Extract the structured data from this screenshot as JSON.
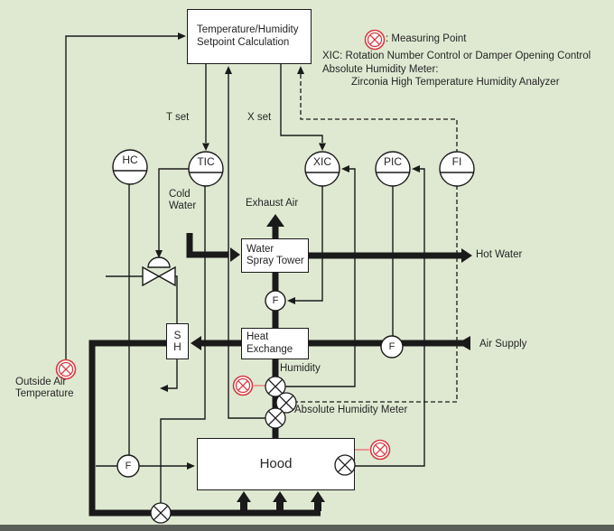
{
  "colors": {
    "background": "#dfe9d2",
    "line": "#1a1a1a",
    "measuring_point_red": "#d9383f",
    "connector_pink": "#e87b7b",
    "box_fill": "#ffffff"
  },
  "boxes": {
    "setpoint": {
      "line1": "Temperature/Humidity",
      "line2": "Setpoint Calculation"
    },
    "spray_tower": {
      "line1": "Water",
      "line2": "Spray Tower"
    },
    "heat_exchange": {
      "line1": "Heat",
      "line2": "Exchange"
    },
    "steam_heater": {
      "line1": "S",
      "line2": "H"
    },
    "hood": {
      "label": "Hood"
    }
  },
  "instruments": {
    "hc": "HC",
    "tic": "TIC",
    "xic": "XIC",
    "pic": "PIC",
    "fi": "FI",
    "fan1": "F",
    "fan2": "F",
    "fan3": "F"
  },
  "labels": {
    "t_set": "T set",
    "x_set": "X set",
    "cold_water_1": "Cold",
    "cold_water_2": "Water",
    "exhaust_air": "Exhaust Air",
    "hot_water": "Hot Water",
    "air_supply": "Air Supply",
    "humidity": "Humidity",
    "abs_humidity_meter": "Absolute Humidity Meter",
    "outside_air_1": "Outside Air",
    "outside_air_2": "Temperature"
  },
  "legend": {
    "measuring_point": ": Measuring Point",
    "xic_note": "XIC: Rotation Number Control or Damper Opening Control",
    "ahm_note_1": "Absolute Humidity Meter:",
    "ahm_note_2": "Zirconia High Temperature Humidity Analyzer"
  }
}
